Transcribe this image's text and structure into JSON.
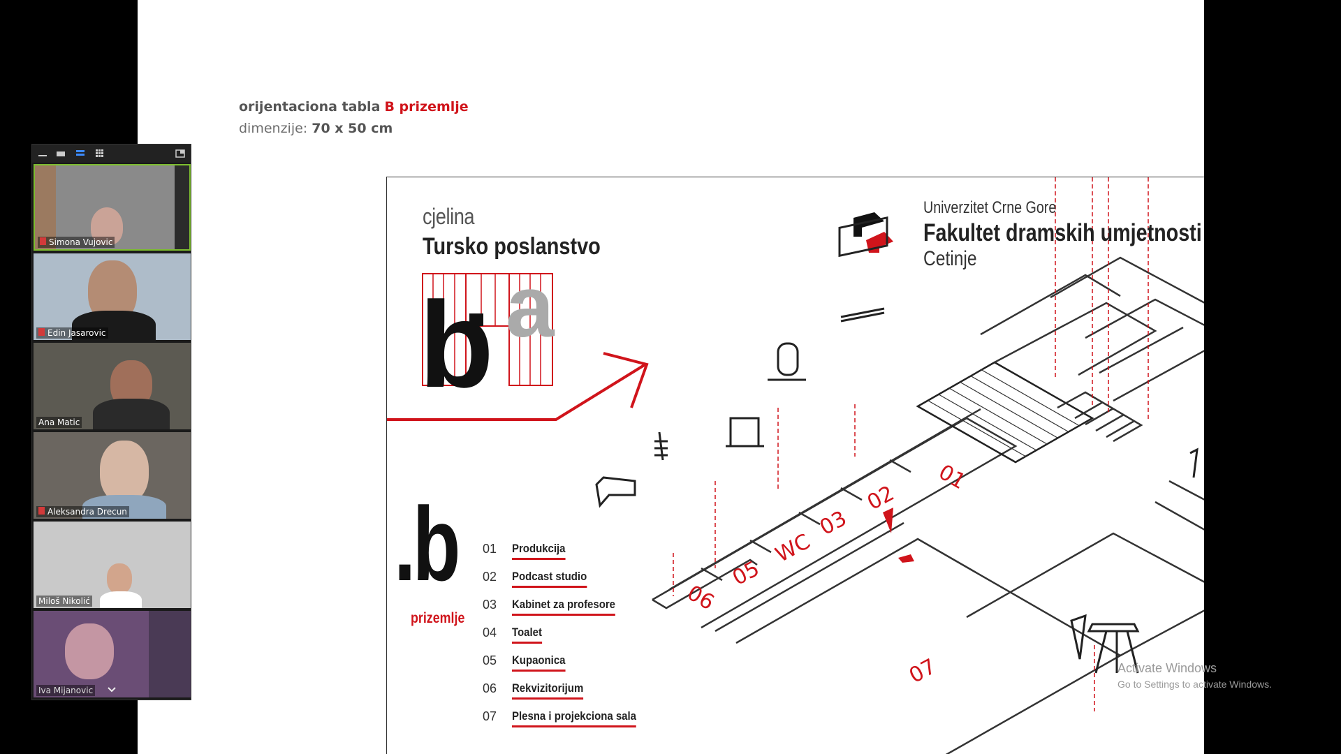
{
  "slide": {
    "meta_line1_prefix": "orijentaciona tabla",
    "meta_line1_highlight": "B prizemlje",
    "meta_line2_label": "dimenzije:",
    "meta_line2_value": "70 x 50 cm"
  },
  "board": {
    "cjelina_label": "cjelina",
    "cjelina_title": "Tursko poslanstvo",
    "university": "Univerzitet Crne Gore",
    "faculty": "Fakultet dramskih umjetnosti",
    "city": "Cetinje",
    "floor_letter": ".b",
    "floor_name": "prizemlje",
    "legend": [
      {
        "num": "01",
        "label": "Produkcija"
      },
      {
        "num": "02",
        "label": "Podcast studio"
      },
      {
        "num": "03",
        "label": "Kabinet za profesore"
      },
      {
        "num": "04",
        "label": "Toalet"
      },
      {
        "num": "05",
        "label": "Kupaonica"
      },
      {
        "num": "06",
        "label": "Rekvizitorijum"
      },
      {
        "num": "07",
        "label": "Plesna i projekciona sala"
      }
    ],
    "rooms": {
      "r01": "01",
      "r02": "02",
      "r03": "03",
      "rwc": "WC",
      "r05": "05",
      "r06": "06",
      "r07": "07"
    },
    "accent_color": "#d0141b"
  },
  "gallery": {
    "participants": [
      {
        "name": "Simona Vujovic",
        "active": true,
        "muted": true,
        "pinned": true
      },
      {
        "name": "Edin Jasarovic",
        "active": false,
        "muted": true
      },
      {
        "name": "Ana Matic",
        "active": false,
        "muted": false
      },
      {
        "name": "Aleksandra Drecun",
        "active": false,
        "muted": true
      },
      {
        "name": "Miloš Nikolić",
        "active": false,
        "muted": false
      },
      {
        "name": "Iva Mijanovic",
        "active": false,
        "muted": false
      }
    ],
    "active_border_color": "#7dbd2f"
  },
  "watermark": {
    "title": "Activate Windows",
    "subtitle": "Go to Settings to activate Windows."
  }
}
